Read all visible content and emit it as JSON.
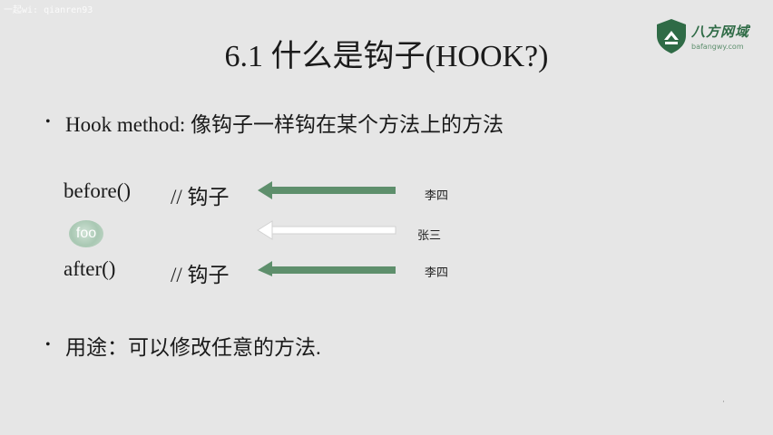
{
  "watermark": "一起wi: qianren93",
  "logo": {
    "name": "八方网域",
    "url": "bafangwy.com",
    "color": "#2f6b46"
  },
  "slide": {
    "title": "6.1 什么是钩子(HOOK?)",
    "bullet1": "Hook method: 像钩子一样钩在某个方法上的方法",
    "before_label": "before()",
    "before_comment": "// 钩子",
    "foo_label": "foo",
    "after_label": "after()",
    "after_comment": "// 钩子",
    "person_before": "李四",
    "person_foo": "张三",
    "person_after": "李四",
    "bullet2": "用途：可以修改任意的方法.",
    "arrow_color": "#5e8f6c",
    "foo_arrow_color": "#ffffff",
    "corner_mark": "·"
  }
}
